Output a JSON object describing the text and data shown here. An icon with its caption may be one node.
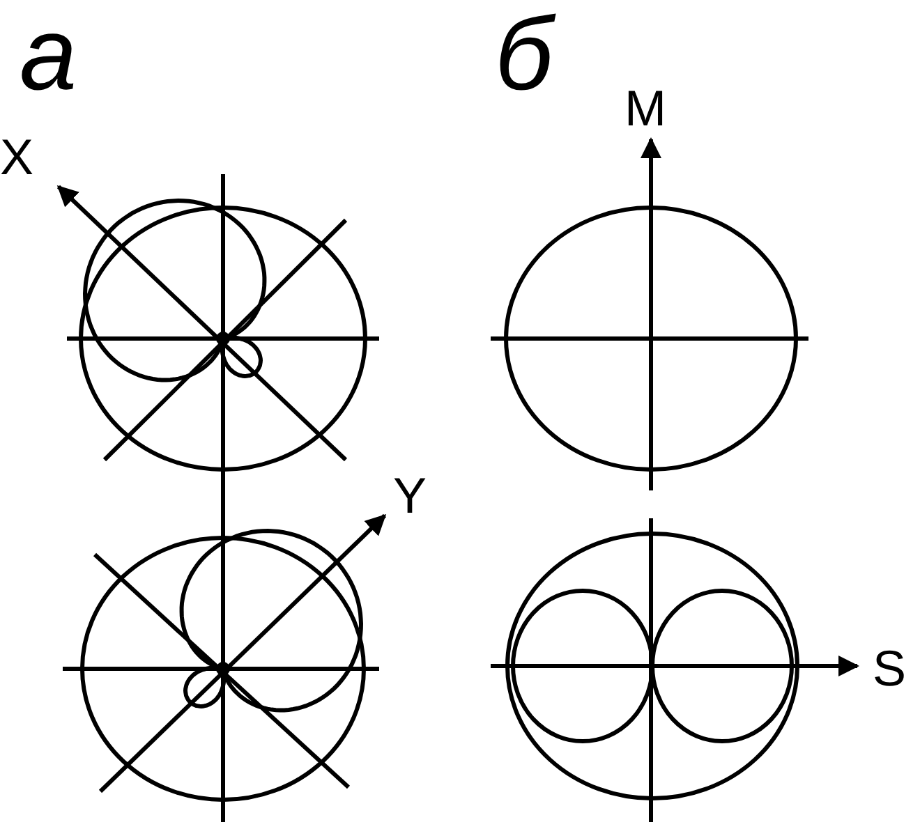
{
  "diagram": {
    "labels": [
      "а",
      "б",
      "X",
      "M",
      "Y",
      "S"
    ]
  }
}
